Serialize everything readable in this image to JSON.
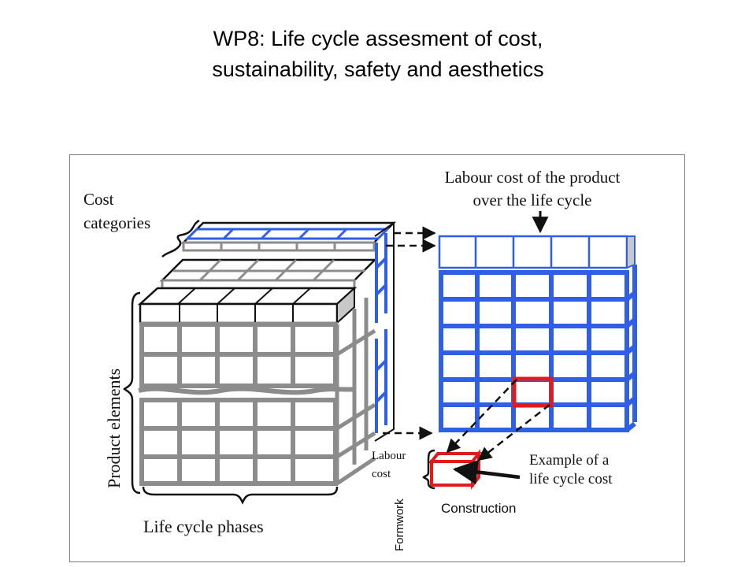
{
  "slide": {
    "title_line1": "WP8: Life cycle assesment of cost,",
    "title_line2": "sustainability, safety and aesthetics"
  },
  "diagram": {
    "cost_categories_line1": "Cost",
    "cost_categories_line2": "categories",
    "product_elements": "Product elements",
    "life_cycle_phases": "Life cycle phases",
    "labour_cost_product_line1": "Labour cost of the product",
    "labour_cost_product_line2": "over the life cycle",
    "labour_cost_line1": "Labour",
    "labour_cost_line2": "cost",
    "example_line1": "Example of a",
    "example_line2": "life cycle cost",
    "formwork": "Formwork",
    "construction": "Construction"
  },
  "colors": {
    "grid_gray": "#8c8c8c",
    "grid_blue": "#2f5fe6",
    "highlight_red": "#e01b1b",
    "outline": "#111111"
  }
}
